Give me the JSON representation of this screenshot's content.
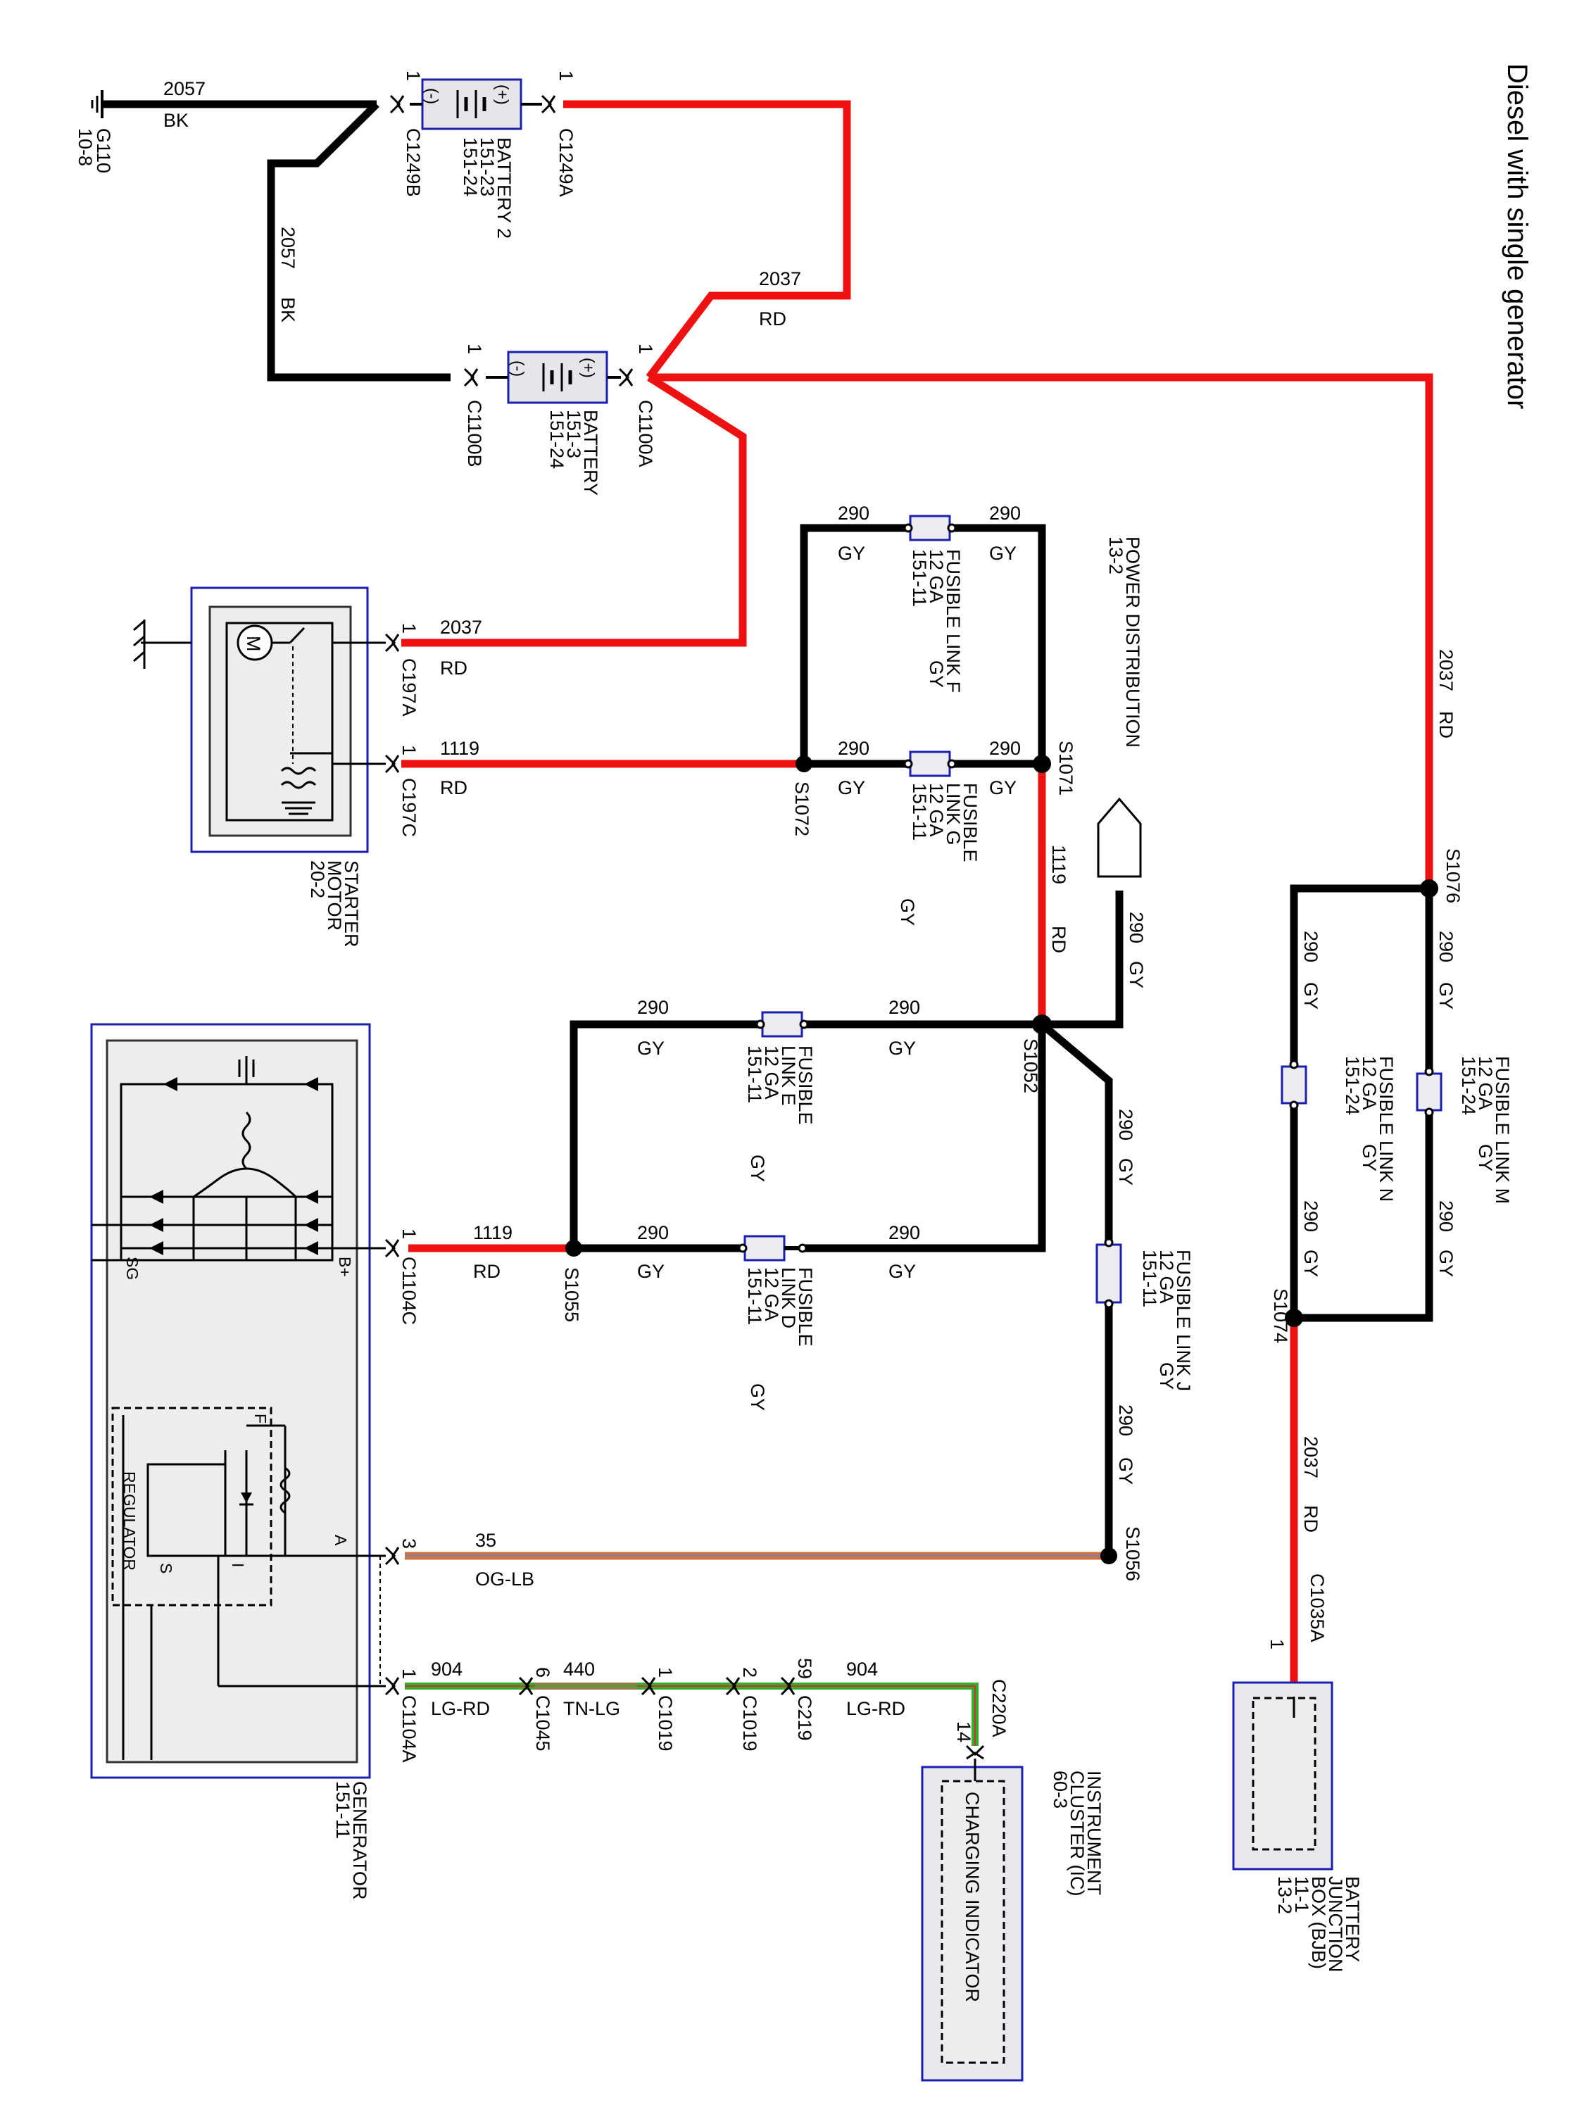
{
  "title": "Diesel with single generator",
  "ground": {
    "id": "G110",
    "ref": "10-8"
  },
  "wires": {
    "w2057_top": {
      "circuit": "2057",
      "color": "BK"
    },
    "w2057_vert": {
      "circuit": "2057",
      "color": "BK"
    },
    "w2037_top": {
      "circuit": "2037",
      "color": "RD"
    },
    "w2037_right": {
      "circuit": "2037",
      "color": "RD"
    },
    "w2037_starter": {
      "circuit": "2037",
      "color": "RD"
    },
    "w1119_starter": {
      "circuit": "1119",
      "color": "RD"
    },
    "w1119_vert": {
      "circuit": "1119",
      "color": "RD"
    },
    "w1119_gen": {
      "circuit": "1119",
      "color": "RD"
    },
    "w2037_bjb": {
      "circuit": "2037",
      "color": "RD"
    },
    "w35": {
      "circuit": "35",
      "color": "OG-LB"
    },
    "w904a": {
      "circuit": "904",
      "color": "LG-RD"
    },
    "w440": {
      "circuit": "440",
      "color": "TN-LG"
    },
    "w904b": {
      "circuit": "904",
      "color": "LG-RD"
    },
    "gy_circuit": "290",
    "gy_color": "GY"
  },
  "batteries": [
    {
      "name": "BATTERY 2",
      "refs": [
        "151-23",
        "151-24"
      ],
      "neg": "(-)",
      "pos": "(+)",
      "neg_conn": "C1249B",
      "pos_conn": "C1249A",
      "pin": "1"
    },
    {
      "name": "BATTERY",
      "refs": [
        "151-3",
        "151-24"
      ],
      "neg": "(-)",
      "pos": "(+)",
      "neg_conn": "C1100B",
      "pos_conn": "C1100A",
      "pin": "1"
    }
  ],
  "fusible_links": [
    {
      "name": "FUSIBLE LINK F",
      "gauge": "12 GA",
      "ref": "151-11",
      "color": "GY"
    },
    {
      "name_lines": [
        "FUSIBLE",
        "LINK G"
      ],
      "gauge": "12 GA",
      "ref": "151-11",
      "color": "GY"
    },
    {
      "name_lines": [
        "FUSIBLE",
        "LINK E"
      ],
      "gauge": "12 GA",
      "ref": "151-11",
      "color": "GY"
    },
    {
      "name_lines": [
        "FUSIBLE",
        "LINK D"
      ],
      "gauge": "12 GA",
      "ref": "151-11",
      "color": "GY"
    },
    {
      "name": "FUSIBLE LINK J",
      "gauge": "12 GA",
      "ref": "151-11",
      "color": "GY"
    },
    {
      "name": "FUSIBLE LINK M",
      "gauge": "12 GA",
      "ref": "151-24",
      "color": "GY"
    },
    {
      "name": "FUSIBLE LINK N",
      "gauge": "12 GA",
      "ref": "151-24",
      "color": "GY"
    }
  ],
  "splices": [
    "S1071",
    "S1072",
    "S1052",
    "S1055",
    "S1056",
    "S1076",
    "S1074"
  ],
  "power_distribution": {
    "label": "POWER DISTRIBUTION",
    "ref": "13-2"
  },
  "starter": {
    "label_lines": [
      "STARTER",
      "MOTOR",
      "20-2"
    ],
    "conn_a": "C197A",
    "conn_c": "C197C",
    "pin": "1",
    "motor_symbol": "M"
  },
  "generator": {
    "label": "GENERATOR",
    "ref": "151-11",
    "regulator": "REGULATOR",
    "pins": {
      "b_plus": "B+",
      "sg": "SG",
      "a": "A",
      "f": "F",
      "i": "I",
      "s": "S"
    },
    "conn_b": "C1104C",
    "conn_a": "C1104A",
    "pin1": "1",
    "pin3": "3"
  },
  "connectors": {
    "c1045": "C1045",
    "c1019a": "C1019",
    "c1019b": "C1019",
    "c219": "C219",
    "c220a": "C220A",
    "pin6": "6",
    "pin1": "1",
    "pin2": "2",
    "pin59": "59",
    "pin14": "14"
  },
  "cluster": {
    "label_lines": [
      "INSTRUMENT",
      "CLUSTER (IC)",
      "60-3"
    ],
    "indicator": "CHARGING INDICATOR"
  },
  "bjb": {
    "label_lines": [
      "BATTERY",
      "JUNCTION",
      "BOX (BJB)",
      "11-1",
      "13-2"
    ],
    "conn": "C1035A",
    "pin": "1"
  },
  "colors": {
    "red": "#ee1111",
    "black": "#000000",
    "orange": "#d4703a",
    "green": "#2fb12f",
    "tan": "#9a7a4a",
    "box_stroke": "#1a1fb0"
  }
}
